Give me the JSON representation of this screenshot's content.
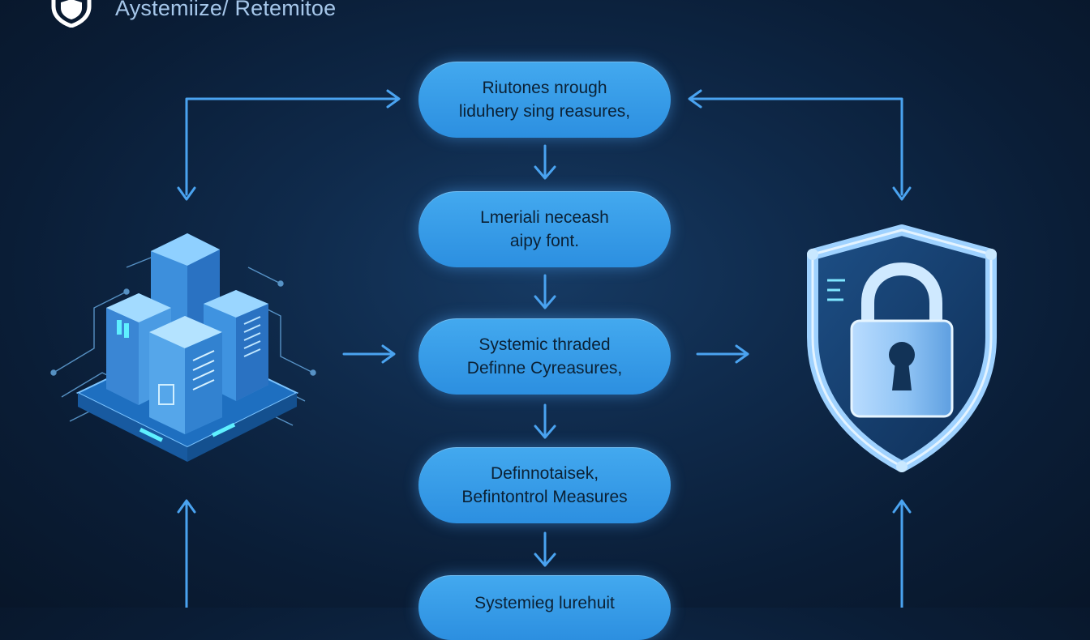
{
  "header": {
    "title": "Aystemiize/ Retemitoe",
    "icon": "shield-logo-icon"
  },
  "steps": [
    {
      "lines": [
        "Riutones nrough",
        "liduhery sing reasures,"
      ]
    },
    {
      "lines": [
        "Lmeriali neceash",
        "aipy font."
      ]
    },
    {
      "lines": [
        "Systemic thraded",
        "Definne Cyreasures,"
      ]
    },
    {
      "lines": [
        "Definnotaisek,",
        "Befintontrol Measures"
      ]
    },
    {
      "lines": [
        "Systemieg lurehuit"
      ]
    }
  ],
  "illustrations": {
    "left": "server-buildings-icon",
    "right": "shield-padlock-icon"
  },
  "colors": {
    "background": "#0f2a4b",
    "step_fill": "#3a9fea",
    "arrow": "#4aa3f0"
  }
}
